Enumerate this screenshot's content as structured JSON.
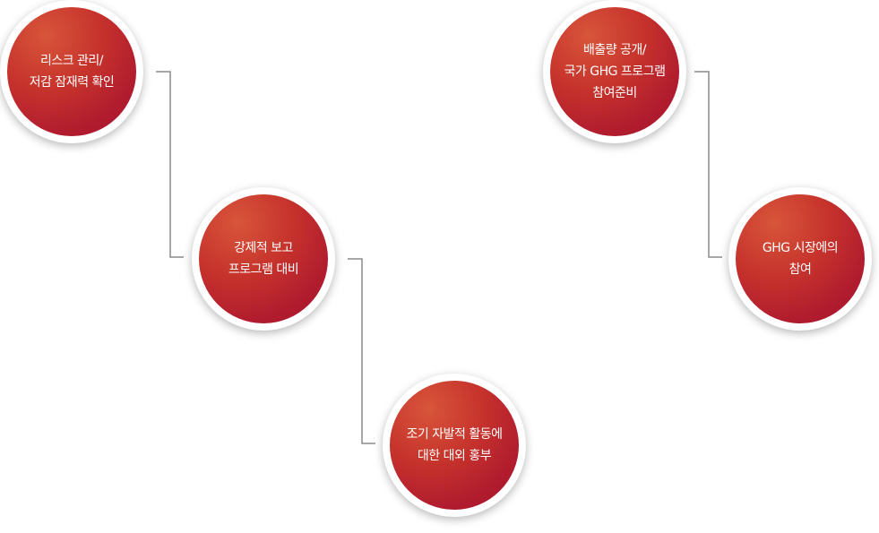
{
  "nodes": [
    {
      "id": "risk-management",
      "lines": [
        "리스크 관리/",
        "저감 잠재력 확인"
      ]
    },
    {
      "id": "mandatory-reporting",
      "lines": [
        "강제적 보고",
        "프로그램 대비"
      ]
    },
    {
      "id": "voluntary-pr",
      "lines": [
        "조기 자발적 활동에",
        "대한 대외 홍부"
      ]
    },
    {
      "id": "emissions-disclosure",
      "lines": [
        "배출량 공개/",
        "국가 GHG 프로그램",
        "참여준비"
      ]
    },
    {
      "id": "ghg-market",
      "lines": [
        "GHG 시장에의",
        "참여"
      ]
    }
  ],
  "colors": {
    "node_fill": "#b82130",
    "node_ring": "#ffffff",
    "connector": "#8a8a8a",
    "text": "#ffffff"
  }
}
